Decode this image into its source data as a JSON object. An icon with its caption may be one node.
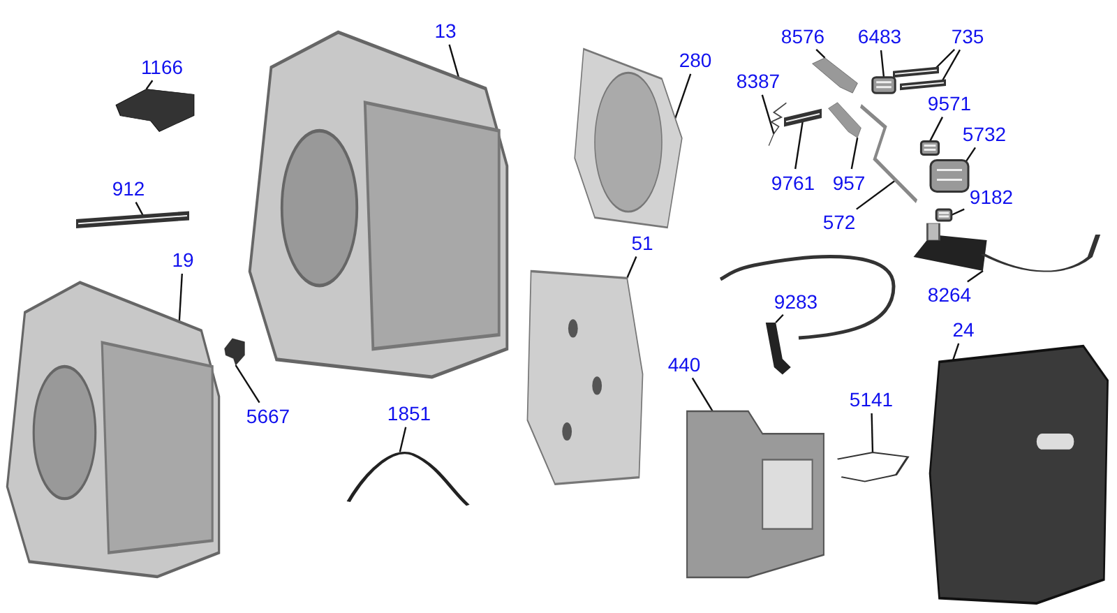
{
  "diagram": {
    "nodes": [
      {
        "text": [
          "1166"
        ]
      },
      {
        "text": [],
        "shape": "picture"
      },
      {
        "text": [
          "912"
        ]
      },
      {
        "text": [],
        "shape": "picture"
      },
      {
        "text": [
          "13"
        ]
      },
      {
        "text": [],
        "shape": "picture"
      },
      {
        "text": [
          "280"
        ]
      },
      {
        "text": [],
        "shape": "picture"
      },
      {
        "text": [
          "8387"
        ]
      },
      {
        "text": [],
        "shape": "picture"
      },
      {
        "text": [
          "8576"
        ]
      },
      {
        "text": [],
        "shape": "picture"
      },
      {
        "text": [
          "6483"
        ]
      },
      {
        "text": [],
        "shape": "picture"
      },
      {
        "text": [
          "735"
        ]
      },
      {
        "text": [],
        "shape": "picture"
      },
      {
        "text": [],
        "shape": "picture"
      },
      {
        "text": [
          "9571"
        ]
      },
      {
        "text": [],
        "shape": "picture"
      },
      {
        "text": [
          "5732"
        ]
      },
      {
        "text": [],
        "shape": "picture"
      },
      {
        "text": [
          "9761"
        ]
      },
      {
        "text": [],
        "shape": "picture"
      },
      {
        "text": [
          "957"
        ]
      },
      {
        "text": [],
        "shape": "picture"
      },
      {
        "text": [
          "572"
        ]
      },
      {
        "text": [],
        "shape": "picture"
      },
      {
        "text": [
          "9182"
        ]
      },
      {
        "text": [],
        "shape": "picture"
      },
      {
        "text": [
          "8264"
        ]
      },
      {
        "text": [],
        "shape": "picture"
      },
      {
        "text": [
          "51"
        ]
      },
      {
        "text": [],
        "shape": "picture"
      },
      {
        "text": [
          "9283"
        ]
      },
      {
        "text": [],
        "shape": "picture"
      },
      {
        "text": [
          "440"
        ]
      },
      {
        "text": [],
        "shape": "picture"
      },
      {
        "text": [
          "5141"
        ]
      },
      {
        "text": [],
        "shape": "picture"
      },
      {
        "text": [
          "24"
        ]
      },
      {
        "text": [],
        "shape": "picture"
      },
      {
        "text": [
          "19"
        ]
      },
      {
        "text": [],
        "shape": "picture"
      },
      {
        "text": [
          "5667"
        ]
      },
      {
        "text": [],
        "shape": "picture"
      },
      {
        "text": [
          "1851"
        ]
      },
      {
        "text": [],
        "shape": "picture"
      }
    ],
    "edges": [
      {
        "from": 0,
        "to": 1,
        "arrow": "none"
      },
      {
        "from": 2,
        "to": 3,
        "arrow": "none"
      },
      {
        "from": 4,
        "to": 5,
        "arrow": "none"
      },
      {
        "from": 6,
        "to": 7,
        "arrow": "none"
      },
      {
        "from": 8,
        "to": 9,
        "arrow": "none"
      },
      {
        "from": 10,
        "to": 11,
        "arrow": "none"
      },
      {
        "from": 12,
        "to": 13,
        "arrow": "none"
      },
      {
        "from": 14,
        "to": 15,
        "arrow": "none"
      },
      {
        "from": 14,
        "to": 16,
        "arrow": "none"
      },
      {
        "from": 17,
        "to": 18,
        "arrow": "none"
      },
      {
        "from": 19,
        "to": 20,
        "arrow": "none"
      },
      {
        "from": 21,
        "to": 22,
        "arrow": "none"
      },
      {
        "from": 23,
        "to": 24,
        "arrow": "none"
      },
      {
        "from": 25,
        "to": 26,
        "arrow": "none"
      },
      {
        "from": 27,
        "to": 28,
        "arrow": "none"
      },
      {
        "from": 29,
        "to": 30,
        "arrow": "none"
      },
      {
        "from": 31,
        "to": 32,
        "arrow": "none"
      },
      {
        "from": 33,
        "to": 34,
        "arrow": "none"
      },
      {
        "from": 35,
        "to": 36,
        "arrow": "none"
      },
      {
        "from": 37,
        "to": 38,
        "arrow": "none"
      },
      {
        "from": 39,
        "to": 40,
        "arrow": "none"
      },
      {
        "from": 41,
        "to": 42,
        "arrow": "none"
      },
      {
        "from": 43,
        "to": 44,
        "arrow": "none"
      },
      {
        "from": 45,
        "to": 46,
        "arrow": "none"
      }
    ]
  }
}
